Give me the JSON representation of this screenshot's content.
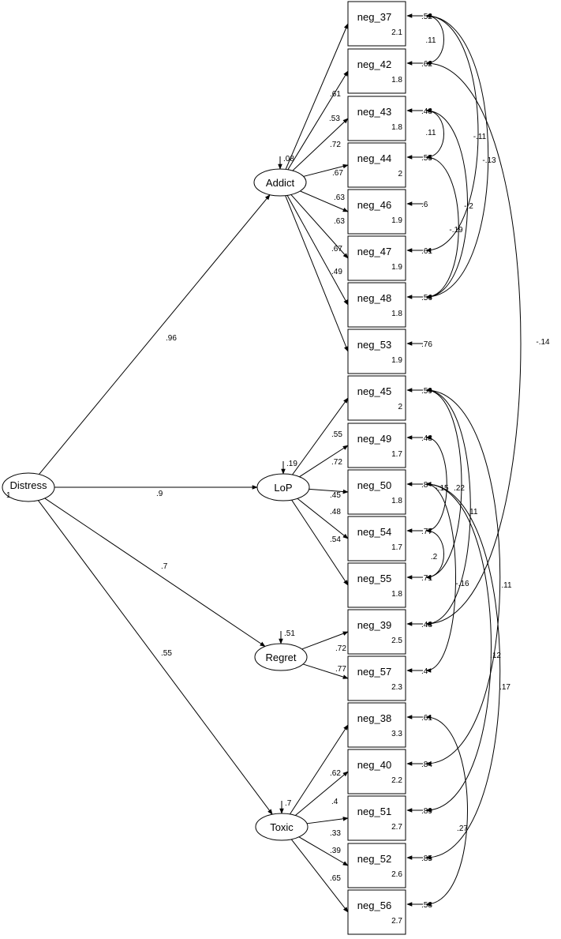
{
  "latent": [
    {
      "id": "Distress",
      "name": "Distress",
      "sub": "1"
    },
    {
      "id": "Addict",
      "name": "Addict",
      "err": ".08"
    },
    {
      "id": "LoP",
      "name": "LoP",
      "err": ".19"
    },
    {
      "id": "Regret",
      "name": "Regret",
      "err": ".51"
    },
    {
      "id": "Toxic",
      "name": "Toxic",
      "err": ".7"
    }
  ],
  "indicators": [
    {
      "id": "neg_37",
      "name": "neg_37",
      "mean": "2.1",
      "err": ".52"
    },
    {
      "id": "neg_42",
      "name": "neg_42",
      "mean": "1.8",
      "err": ".62"
    },
    {
      "id": "neg_43",
      "name": "neg_43",
      "mean": "1.8",
      "err": ".48"
    },
    {
      "id": "neg_44",
      "name": "neg_44",
      "mean": "2",
      "err": ".55"
    },
    {
      "id": "neg_46",
      "name": "neg_46",
      "mean": "1.9",
      "err": ".6"
    },
    {
      "id": "neg_47",
      "name": "neg_47",
      "mean": "1.9",
      "err": ".61"
    },
    {
      "id": "neg_48",
      "name": "neg_48",
      "mean": "1.8",
      "err": ".56"
    },
    {
      "id": "neg_53",
      "name": "neg_53",
      "mean": "1.9",
      "err": ".76"
    },
    {
      "id": "neg_45",
      "name": "neg_45",
      "mean": "2",
      "err": ".59"
    },
    {
      "id": "neg_49",
      "name": "neg_49",
      "mean": "1.7",
      "err": ".48"
    },
    {
      "id": "neg_50",
      "name": "neg_50",
      "mean": "1.8",
      "err": ".8"
    },
    {
      "id": "neg_54",
      "name": "neg_54",
      "mean": "1.7",
      "err": ".77"
    },
    {
      "id": "neg_55",
      "name": "neg_55",
      "mean": "1.8",
      "err": ".71"
    },
    {
      "id": "neg_39",
      "name": "neg_39",
      "mean": "2.5",
      "err": ".48"
    },
    {
      "id": "neg_57",
      "name": "neg_57",
      "mean": "2.3",
      "err": ".4"
    },
    {
      "id": "neg_38",
      "name": "neg_38",
      "mean": "3.3",
      "err": ".61"
    },
    {
      "id": "neg_40",
      "name": "neg_40",
      "mean": "2.2",
      "err": ".84"
    },
    {
      "id": "neg_51",
      "name": "neg_51",
      "mean": "2.7",
      "err": ".89"
    },
    {
      "id": "neg_52",
      "name": "neg_52",
      "mean": "2.6",
      "err": ".85"
    },
    {
      "id": "neg_56",
      "name": "neg_56",
      "mean": "2.7",
      "err": ".58"
    }
  ],
  "structural_paths": [
    {
      "from": "Distress",
      "to": "Addict",
      "weight": ".96"
    },
    {
      "from": "Distress",
      "to": "LoP",
      "weight": ".9"
    },
    {
      "from": "Distress",
      "to": "Regret",
      "weight": ".7"
    },
    {
      "from": "Distress",
      "to": "Toxic",
      "weight": ".55"
    }
  ],
  "loadings": [
    {
      "from": "Addict",
      "to": "neg_37",
      "weight": ""
    },
    {
      "from": "Addict",
      "to": "neg_42",
      "weight": ".61"
    },
    {
      "from": "Addict",
      "to": "neg_43",
      "weight": ".53"
    },
    {
      "from": "Addict",
      "to": "neg_44",
      "weight": ".72"
    },
    {
      "from": "Addict",
      "to": "neg_46",
      "weight": ".67"
    },
    {
      "from": "Addict",
      "to": "neg_47",
      "weight": ".63"
    },
    {
      "from": "Addict",
      "to": "neg_48",
      "weight": ".63"
    },
    {
      "from": "Addict",
      "to": "neg_53",
      "weight": ".67"
    },
    {
      "from": "LoP",
      "to": "neg_45",
      "weight": ""
    },
    {
      "from": "LoP",
      "to": "neg_49",
      "weight": ".55"
    },
    {
      "from": "LoP",
      "to": "neg_50",
      "weight": ".72"
    },
    {
      "from": "LoP",
      "to": "neg_54",
      "weight": ".45"
    },
    {
      "from": "LoP",
      "to": "neg_55",
      "weight": ".48"
    },
    {
      "from": "Regret",
      "to": "neg_39",
      "weight": ".72"
    },
    {
      "from": "Regret",
      "to": "neg_57",
      "weight": ".77"
    },
    {
      "from": "Toxic",
      "to": "neg_38",
      "weight": ""
    },
    {
      "from": "Toxic",
      "to": "neg_40",
      "weight": ".62"
    },
    {
      "from": "Toxic",
      "to": "neg_51",
      "weight": ".4"
    },
    {
      "from": "Toxic",
      "to": "neg_52",
      "weight": ".33"
    },
    {
      "from": "Toxic",
      "to": "neg_56",
      "weight": ".39"
    }
  ],
  "extra_loading_labels": [
    ".49",
    ".54",
    ".65"
  ],
  "covariances": [
    {
      "a": "neg_37",
      "b": "neg_42",
      "value": ".11"
    },
    {
      "a": "neg_37",
      "b": "neg_47",
      "value": "-.11"
    },
    {
      "a": "neg_37",
      "b": "neg_48",
      "value": "-.13"
    },
    {
      "a": "neg_43",
      "b": "neg_44",
      "value": ".11"
    },
    {
      "a": "neg_43",
      "b": "neg_48",
      "value": "-.2"
    },
    {
      "a": "neg_44",
      "b": "neg_48",
      "value": "-.19"
    },
    {
      "a": "neg_42",
      "b": "neg_39",
      "value": "-.14"
    },
    {
      "a": "neg_49",
      "b": "neg_54",
      "value": "-.15"
    },
    {
      "a": "neg_45",
      "b": "neg_55",
      "value": ".22"
    },
    {
      "a": "neg_54",
      "b": "neg_55",
      "value": ".2"
    },
    {
      "a": "neg_45",
      "b": "neg_39",
      "value": ".11"
    },
    {
      "a": "neg_50",
      "b": "neg_57",
      "value": "-.16"
    },
    {
      "a": "neg_45",
      "b": "neg_40",
      "value": ".11"
    },
    {
      "a": "neg_50",
      "b": "neg_51",
      "value": ".12"
    },
    {
      "a": "neg_50",
      "b": "neg_52",
      "value": ".17"
    },
    {
      "a": "neg_38",
      "b": "neg_56",
      "value": ".27"
    }
  ]
}
